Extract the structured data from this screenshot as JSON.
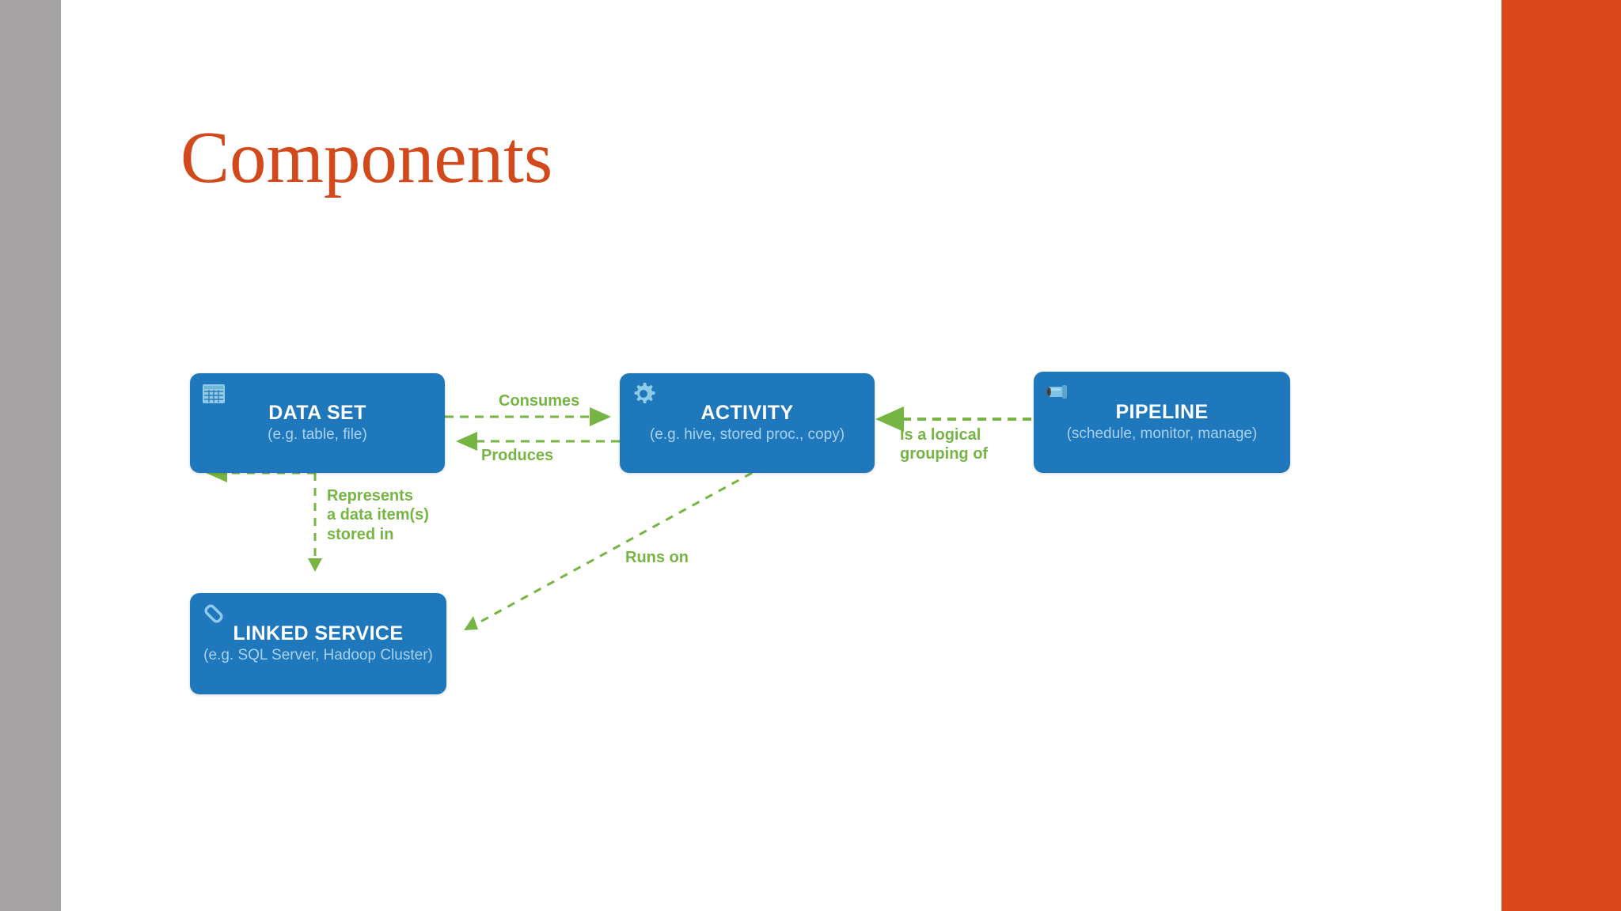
{
  "slide": {
    "title": "Components",
    "background_color": "#ffffff",
    "left_bar_color": "#a6a3a4",
    "right_bar_color": "#d9471a",
    "title_color": "#d2491c"
  },
  "diagram": {
    "node_color": "#1f77bc",
    "node_title_color": "#ffffff",
    "node_sub_color": "#a9d2ee",
    "edge_color": "#76b443",
    "nodes": [
      {
        "id": "dataset",
        "title": "DATA SET",
        "subtitle": "(e.g. table, file)",
        "icon": "table-grid-icon"
      },
      {
        "id": "activity",
        "title": "ACTIVITY",
        "subtitle": "(e.g. hive, stored proc., copy)",
        "icon": "gear-icon"
      },
      {
        "id": "pipeline",
        "title": "PIPELINE",
        "subtitle": "(schedule, monitor, manage)",
        "icon": "pipe-icon"
      },
      {
        "id": "linkedservice",
        "title": "LINKED SERVICE",
        "subtitle": "(e.g. SQL Server, Hadoop Cluster)",
        "icon": "chain-link-icon"
      }
    ],
    "edges": [
      {
        "id": "consumes",
        "label": "Consumes",
        "from": "dataset",
        "to": "activity"
      },
      {
        "id": "produces",
        "label": "Produces",
        "from": "activity",
        "to": "dataset"
      },
      {
        "id": "grouping",
        "label": "Is a logical\ngrouping of",
        "from": "pipeline",
        "to": "activity"
      },
      {
        "id": "represents",
        "label": "Represents\na data item(s)\nstored in",
        "from": "dataset",
        "to": "linkedservice"
      },
      {
        "id": "runs_on",
        "label": "Runs on",
        "from": "activity",
        "to": "linkedservice"
      }
    ]
  }
}
